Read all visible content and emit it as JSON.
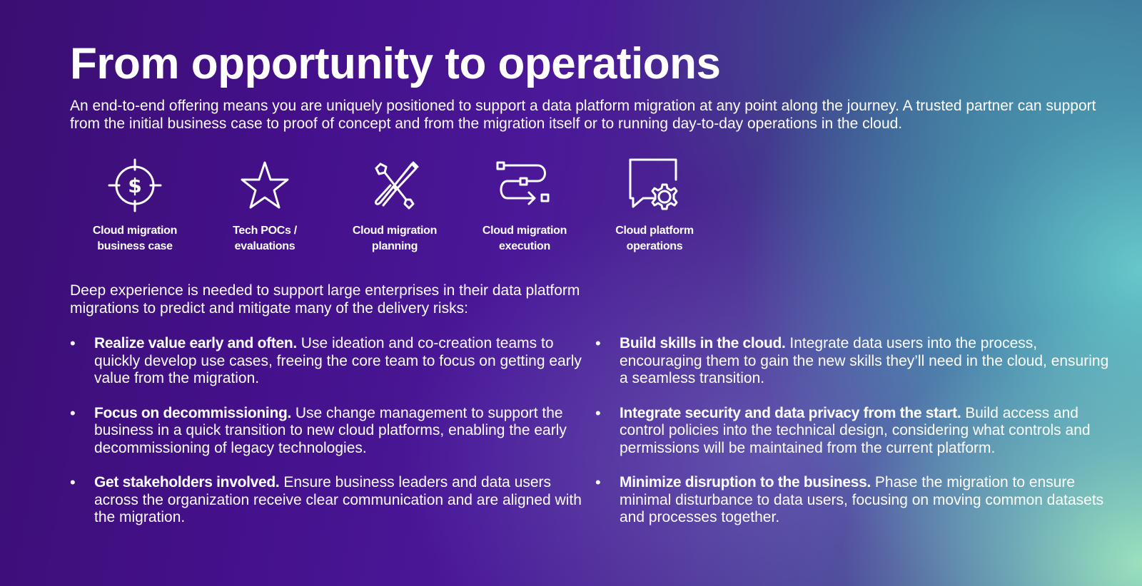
{
  "title": "From opportunity to operations",
  "intro": "An end-to-end offering means you are uniquely positioned to support a data platform migration at any point along the journey. A trusted partner can support from the initial business case to proof of concept and from the migration itself or to running day-to-day operations in the cloud.",
  "steps": [
    {
      "icon": "dollar-target-icon",
      "label_line1": "Cloud migration",
      "label_line2": "business case"
    },
    {
      "icon": "star-icon",
      "label_line1": "Tech POCs /",
      "label_line2": "evaluations"
    },
    {
      "icon": "wrench-screwdriver-icon",
      "label_line1": "Cloud migration",
      "label_line2": "planning"
    },
    {
      "icon": "process-flow-icon",
      "label_line1": "Cloud migration",
      "label_line2": "execution"
    },
    {
      "icon": "chat-gear-icon",
      "label_line1": "Cloud platform",
      "label_line2": "operations"
    }
  ],
  "lead": "Deep experience is needed to support large enterprises in their data platform migrations to predict and mitigate many of the delivery risks:",
  "bullet_char": "•",
  "left_points": [
    {
      "title": "Realize value early and often.",
      "body": "Use ideation and co-creation teams to quickly develop use cases, freeing the core team to focus on getting early value from the migration."
    },
    {
      "title": "Focus on decommissioning.",
      "body": "Use change management to support the business in a quick transition to new cloud platforms, enabling the early decommissioning of legacy technologies."
    },
    {
      "title": "Get stakeholders involved.",
      "body": "Ensure business leaders and data users across the organization receive clear communication and are aligned with the migration."
    }
  ],
  "right_points": [
    {
      "title": "Build skills in the cloud.",
      "body": "Integrate data users into the process, encouraging them to gain the new skills they’ll need in the cloud, ensuring a seamless transition."
    },
    {
      "title": "Integrate security and data privacy from the start.",
      "body": "Build access and control policies into the technical design, considering what controls and permissions will be maintained from the current platform."
    },
    {
      "title": "Minimize disruption to the business.",
      "body": "Phase the migration to ensure minimal disturbance to data users, focusing on moving common datasets and processes together."
    }
  ],
  "colors": {
    "text": "#ffffff",
    "background_start": "#3a0f72",
    "background_end": "#6fcfc8"
  }
}
